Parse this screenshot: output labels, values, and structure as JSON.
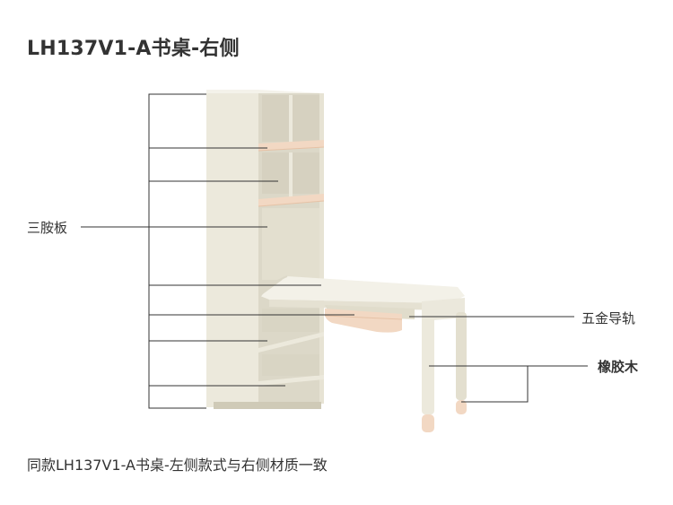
{
  "title": "LH137V1-A书桌-右侧",
  "labels": {
    "board": "三胺板",
    "rail": "五金导轨",
    "rubber_wood": "橡胶木"
  },
  "note": "同款LH137V1-A书桌-左侧款式与右侧材质一致",
  "colors": {
    "cabinet": "#ece9dc",
    "cabinet_shade": "#dcd8c8",
    "cabinet_dark": "#cfcab7",
    "wood": "#f2d8c3",
    "wood_dark": "#e6c2a6",
    "line": "#333333"
  }
}
